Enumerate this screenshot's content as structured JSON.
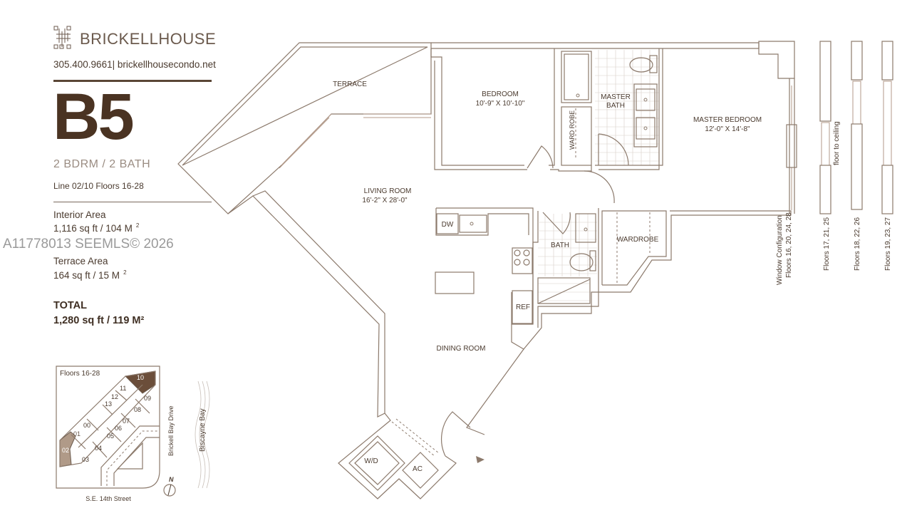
{
  "header": {
    "brand": "BRICKELLHOUSE",
    "contact": "305.400.9661| brickellhousecondo.net",
    "unit": "B5",
    "beds_baths": "2 BDRM  / 2 BATH",
    "line_floors": "Line 02/10  Floors 16-28"
  },
  "areas": {
    "interior_label": "Interior Area",
    "interior_value": "1,116 sq ft / 104 M",
    "terrace_label": "Terrace Area",
    "terrace_value": "164 sq ft / 15 M",
    "superscript": "2",
    "total_label": "TOTAL",
    "total_value": "1,280 sq ft / 119 M²"
  },
  "watermark": "A11778013  SEEMLS© 2026",
  "rooms": {
    "terrace": "TERRACE",
    "bedroom": "BEDROOM",
    "bedroom_dim": "10'-9\" X 10'-10\"",
    "wardrobe_small": "WARD ROBE",
    "master_bath_1": "MASTER",
    "master_bath_2": "BATH",
    "master_bedroom": "MASTER BEDROOM",
    "master_bedroom_dim": "12'-0\" X 14'-8\"",
    "living_room": "LIVING ROOM",
    "living_room_dim": "16'-2\" X 28'-0\"",
    "dw": "DW",
    "bath": "BATH",
    "wardrobe": "WARDROBE",
    "ref": "REF",
    "dining_room": "DINING ROOM",
    "wd": "W/D",
    "ac": "AC"
  },
  "windows": {
    "config_1": "Window Configuration",
    "config_2": "Floors 16, 20, 24, 28",
    "floors_a": "Floors 17, 21, 25",
    "floors_b": "Floors 18, 22, 26",
    "floors_c": "Floors 19, 23, 27",
    "floor_to_ceiling": "floor to ceiling"
  },
  "keyplan": {
    "title": "Floors 16-28",
    "units": [
      "01",
      "02",
      "03",
      "04",
      "05",
      "06",
      "07",
      "08",
      "09",
      "10",
      "11",
      "12",
      "13",
      "00"
    ],
    "highlighted_units": [
      "02",
      "10"
    ],
    "street_bottom": "S.E. 14th Street",
    "street_side": "Brickell Bay Drive",
    "bay": "Biscayne Bay",
    "north": "N"
  },
  "colors": {
    "brand_brown": "#4a3322",
    "highlight_unit": "#6b4e3a",
    "highlight_unit_light": "#b09a88"
  }
}
